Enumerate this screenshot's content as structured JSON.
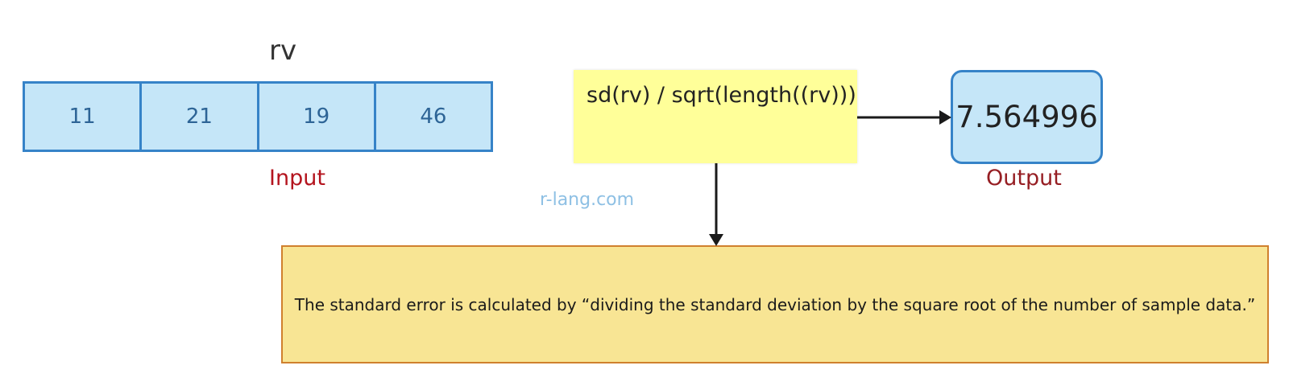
{
  "vector": {
    "name": "rv",
    "values": [
      "11",
      "21",
      "19",
      "46"
    ],
    "caption": "Input"
  },
  "function_box": {
    "formula": "sd(rv) / sqrt(length((rv)))"
  },
  "output": {
    "value": "7.564996",
    "caption": "Output"
  },
  "watermark": "r-lang.com",
  "note": {
    "text": "The standard error is calculated by “dividing the standard deviation by the square root of the number of sample data.”"
  },
  "colors": {
    "cell_fill": "#c5e6f8",
    "cell_border": "#3683c8",
    "formula_fill": "#ffff99",
    "note_fill": "#f8e594",
    "note_border": "#d0802e",
    "input_caption": "#b4141e",
    "output_caption": "#961e23",
    "watermark": "#8ec0e4"
  }
}
